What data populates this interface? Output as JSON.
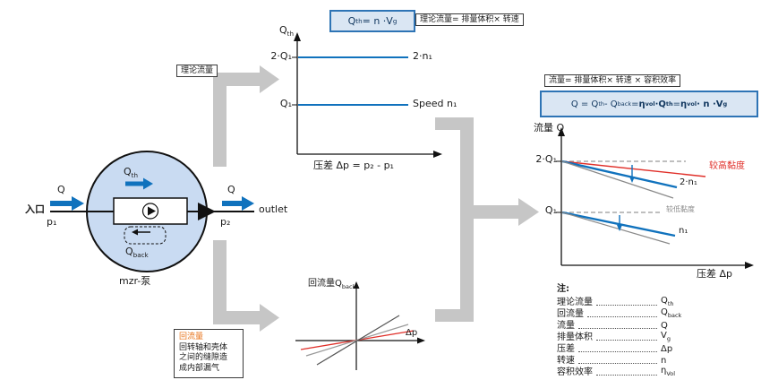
{
  "colors": {
    "blue": "#1072bd",
    "panel_fill": "#dae6f3",
    "panel_border": "#2e74b5",
    "gray_arrow": "#c3c3c3",
    "red": "#e0302a",
    "orange": "#e8731a",
    "pump_fill": "#c9dbf2"
  },
  "pump": {
    "inlet": "入口",
    "q_in": "Q",
    "p1": "p₁",
    "q_out": "Q",
    "p2": "p₂",
    "outlet": "outlet",
    "q_th": [
      {
        "t": "Q"
      },
      {
        "s": "th"
      }
    ],
    "q_back": [
      {
        "t": "Q"
      },
      {
        "s": "back"
      }
    ],
    "name": "mzr-泵"
  },
  "callouts": {
    "theoretical_flow": "理论流量",
    "backflow_note": {
      "title": "回流量",
      "lines": [
        "回转轴和壳体",
        "之间的缝隙造",
        "成内部漏气"
      ]
    }
  },
  "formulas": {
    "f1": [
      {
        "t": "Q"
      },
      {
        "s": "th"
      },
      {
        "t": " = n ·V"
      },
      {
        "s": "g"
      }
    ],
    "f1_note": "理论流量= 排量体积× 转速",
    "f2_note": "流量= 排量体积× 转速 × 容积效率",
    "f2": [
      {
        "t": "Q = Q"
      },
      {
        "s": "th"
      },
      {
        "t": " - Q"
      },
      {
        "s": "back"
      },
      {
        "t": " = "
      },
      {
        "t": "η",
        "b": true
      },
      {
        "s": "vol",
        "b": true
      },
      {
        "t": " ·Q",
        "b": true
      },
      {
        "s": "th",
        "b": true
      },
      {
        "t": " = "
      },
      {
        "t": "η",
        "b": true
      },
      {
        "s": "vol",
        "b": true
      },
      {
        "t": " · n ·V",
        "b": true
      },
      {
        "s": "g",
        "b": true
      }
    ]
  },
  "chart_top": {
    "y_label": [
      {
        "t": "Q"
      },
      {
        "s": "th"
      }
    ],
    "tick_2q1": "2·Q₁",
    "tick_q1": "Q₁",
    "line1_label": "2·n₁",
    "line2_label": "Speed n₁",
    "x_label": "压差 Δp = p₂ - p₁"
  },
  "chart_right": {
    "y_label": "流量 Q",
    "tick_2q1": "2·Q₁",
    "tick_q1": "Q₁",
    "label_2n1": "2·n₁",
    "label_n1": "n₁",
    "high_viscosity": "较高黏度",
    "low_viscosity": "较低黏度",
    "x_label": "压差 Δp"
  },
  "chart_back": {
    "y_label": [
      {
        "t": "回流量Q"
      },
      {
        "s": "back"
      }
    ],
    "x_label": "Δp"
  },
  "legend": {
    "title": "注:",
    "rows": [
      {
        "label": "理论流量",
        "sym": [
          {
            "t": "Q"
          },
          {
            "s": "th"
          }
        ]
      },
      {
        "label": "回流量",
        "sym": [
          {
            "t": "Q"
          },
          {
            "s": "back"
          }
        ]
      },
      {
        "label": "流量",
        "sym": "Q"
      },
      {
        "label": "排量体积",
        "sym": [
          {
            "t": "V"
          },
          {
            "s": "g"
          }
        ]
      },
      {
        "label": "压差",
        "sym": "Δp"
      },
      {
        "label": "转速",
        "sym": "n"
      },
      {
        "label": "容积效率",
        "sym": [
          {
            "t": "η"
          },
          {
            "s": "Vol"
          }
        ]
      }
    ]
  }
}
